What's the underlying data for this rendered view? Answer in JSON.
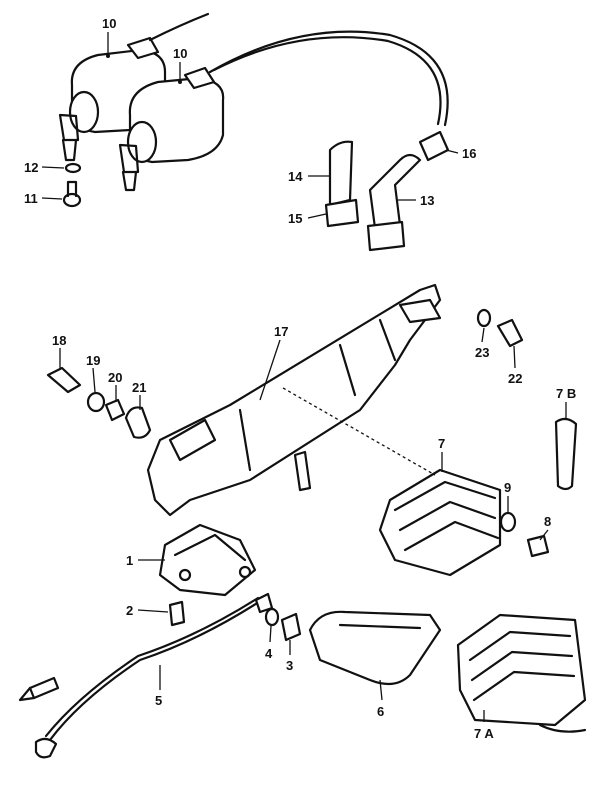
{
  "diagram": {
    "callouts": [
      {
        "id": "c10a",
        "text": "10"
      },
      {
        "id": "c10b",
        "text": "10"
      },
      {
        "id": "c12",
        "text": "12"
      },
      {
        "id": "c11",
        "text": "11"
      },
      {
        "id": "c14",
        "text": "14"
      },
      {
        "id": "c15",
        "text": "15"
      },
      {
        "id": "c16",
        "text": "16"
      },
      {
        "id": "c13",
        "text": "13"
      },
      {
        "id": "c17",
        "text": "17"
      },
      {
        "id": "c18",
        "text": "18"
      },
      {
        "id": "c19",
        "text": "19"
      },
      {
        "id": "c20",
        "text": "20"
      },
      {
        "id": "c21",
        "text": "21"
      },
      {
        "id": "c23",
        "text": "23"
      },
      {
        "id": "c22",
        "text": "22"
      },
      {
        "id": "c7b",
        "text": "7 B"
      },
      {
        "id": "c7",
        "text": "7"
      },
      {
        "id": "c9",
        "text": "9"
      },
      {
        "id": "c8",
        "text": "8"
      },
      {
        "id": "c1",
        "text": "1"
      },
      {
        "id": "c2",
        "text": "2"
      },
      {
        "id": "c4",
        "text": "4"
      },
      {
        "id": "c3",
        "text": "3"
      },
      {
        "id": "c5",
        "text": "5"
      },
      {
        "id": "c6",
        "text": "6"
      },
      {
        "id": "c7a",
        "text": "7 A"
      }
    ]
  }
}
